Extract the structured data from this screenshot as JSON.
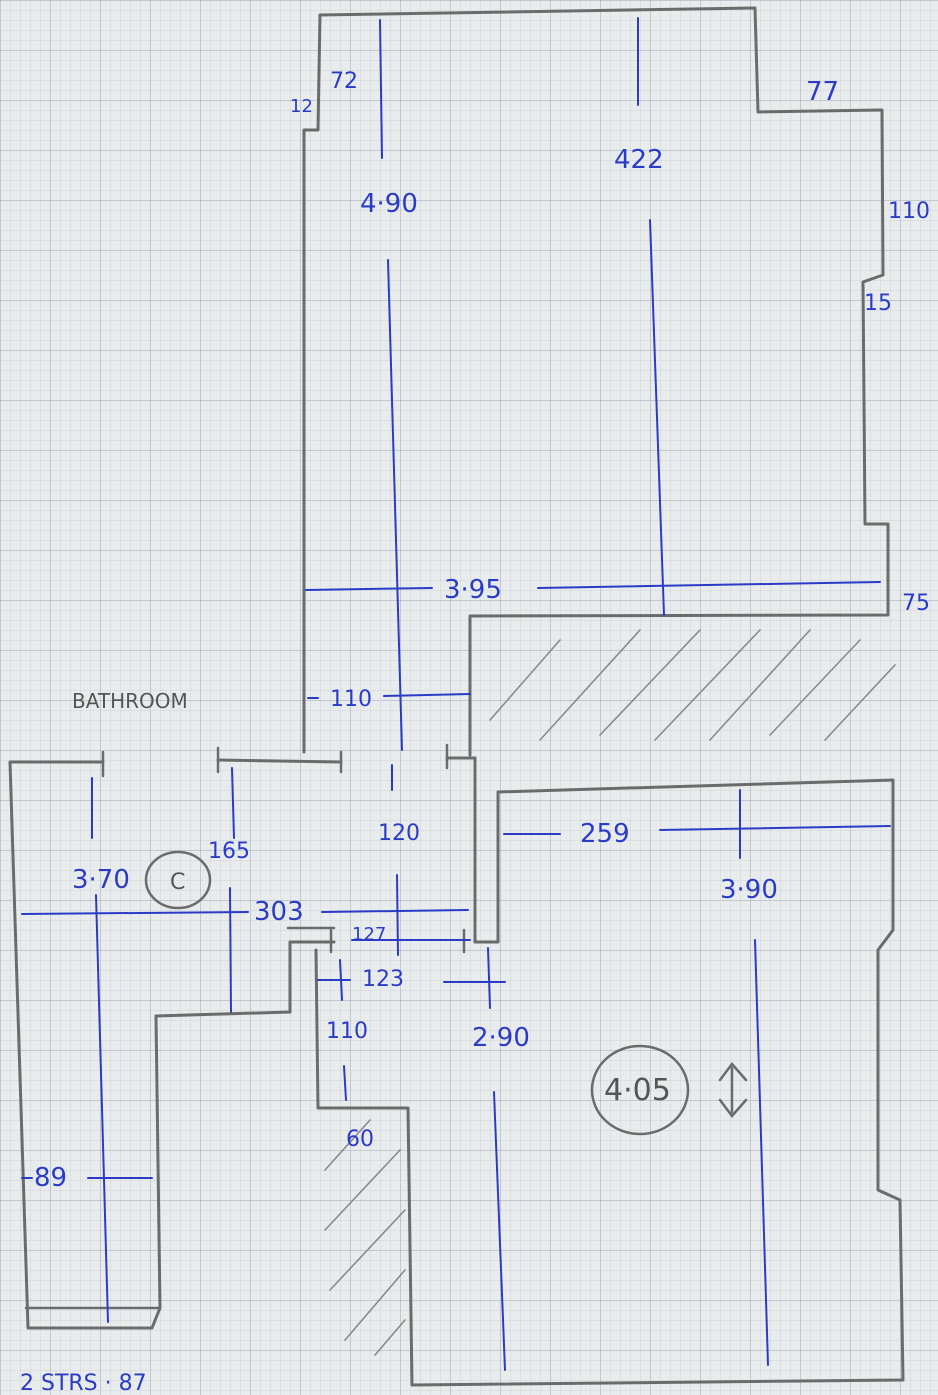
{
  "plan": {
    "rooms": {
      "bathroom": "BATHROOM",
      "stairs": "2 STRS · 87"
    },
    "markers": {
      "c_label": "C",
      "ceiling_height": "4·05"
    },
    "dimensions": {
      "top_12": "12",
      "top_72": "72",
      "height_490": "4·90",
      "height_422": "422",
      "right_77": "77",
      "right_110": "110",
      "right_15": "15",
      "width_395": "3·95",
      "right_75": "75",
      "hall_110": "110",
      "door_165": "165",
      "hall_120": "120",
      "room_259": "259",
      "kitchen_370": "3·70",
      "kitchen_303": "303",
      "room_390": "3·90",
      "hall_127": "127",
      "hall_123": "123",
      "hall_110b": "110",
      "hall_290": "2·90",
      "room_60": "60",
      "stairs_89": "89"
    }
  }
}
